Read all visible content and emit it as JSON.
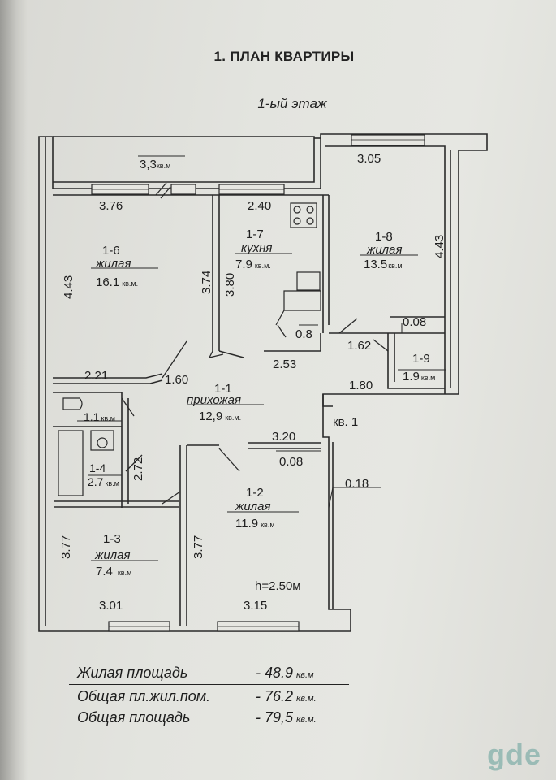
{
  "title": "1. ПЛАН КВАРТИРЫ",
  "floor_label": "1-ый этаж",
  "unit_label": "кв. 1",
  "ceiling_height": "h=2.50м",
  "rooms": {
    "balcony": {
      "area": "3,3",
      "unit": "кв.м"
    },
    "r16": {
      "id": "1-6",
      "type": "жилая",
      "area": "16.1",
      "unit": "кв.м."
    },
    "r17": {
      "id": "1-7",
      "type": "кухня",
      "area": "7.9",
      "unit": "кв.м."
    },
    "r18": {
      "id": "1-8",
      "type": "жилая",
      "area": "13.5",
      "unit": "кв.м"
    },
    "r19": {
      "id": "1-9",
      "area": "1.9",
      "unit": "кв.м"
    },
    "r11": {
      "id": "1-1",
      "type": "прихожая",
      "area": "12,9",
      "unit": "кв.м."
    },
    "r15": {
      "area": "1.1",
      "unit": "кв.м"
    },
    "r14": {
      "id": "1-4",
      "area": "2.7",
      "unit": "кв.м"
    },
    "r13": {
      "id": "1-3",
      "type": "жилая",
      "area": "7.4",
      "unit": "кв.м"
    },
    "r12": {
      "id": "1-2",
      "type": "жилая",
      "area": "11.9",
      "unit": "кв.м"
    }
  },
  "dims": {
    "d305": "3.05",
    "d376": "3.76",
    "d240": "2.40",
    "d443l": "4.43",
    "d374": "3.74",
    "d380": "3.80",
    "d443r": "4.43",
    "d08a": "0.8",
    "d008a": "0.08",
    "d162": "1.62",
    "d221": "2.21",
    "d160": "1.60",
    "d253": "2.53",
    "d180": "1.80",
    "d320": "3.20",
    "d008b": "0.08",
    "d272": "2.72",
    "d018": "0.18",
    "d377a": "3.77",
    "d377b": "3.77",
    "d301": "3.01",
    "d315": "3.15"
  },
  "summary": [
    {
      "label": "Жилая площадь",
      "value": "-  48.9",
      "unit": "кв.м"
    },
    {
      "label": "Общая пл.жил.пом.",
      "value": "-  76.2",
      "unit": "кв.м."
    },
    {
      "label": "Общая площадь",
      "value": "-  79,5",
      "unit": "кв.м."
    }
  ],
  "watermark": "gde"
}
